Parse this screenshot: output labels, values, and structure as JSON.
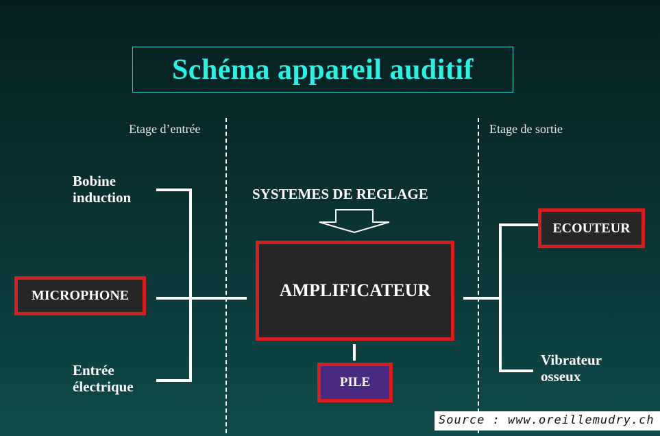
{
  "title": "Schéma appareil auditif",
  "stages": {
    "input": "Etage d’entrée",
    "output": "Etage de sortie"
  },
  "inputs": {
    "bobine": [
      "Bobine",
      "induction"
    ],
    "microphone": "MICROPHONE",
    "entree": [
      "Entrée",
      "électrique"
    ]
  },
  "center": {
    "systemes": "SYSTEMES DE REGLAGE",
    "amplificateur": "AMPLIFICATEUR",
    "pile": "PILE"
  },
  "outputs": {
    "ecouteur": "ECOUTEUR",
    "vibrateur": [
      "Vibrateur",
      "osseux"
    ]
  },
  "source": "Source : www.oreillemudry.ch",
  "colors": {
    "title": "#2cf0e4",
    "highlight_border": "#d81f1f",
    "box_fill": "#262626",
    "pile_fill": "#4a2a80"
  }
}
